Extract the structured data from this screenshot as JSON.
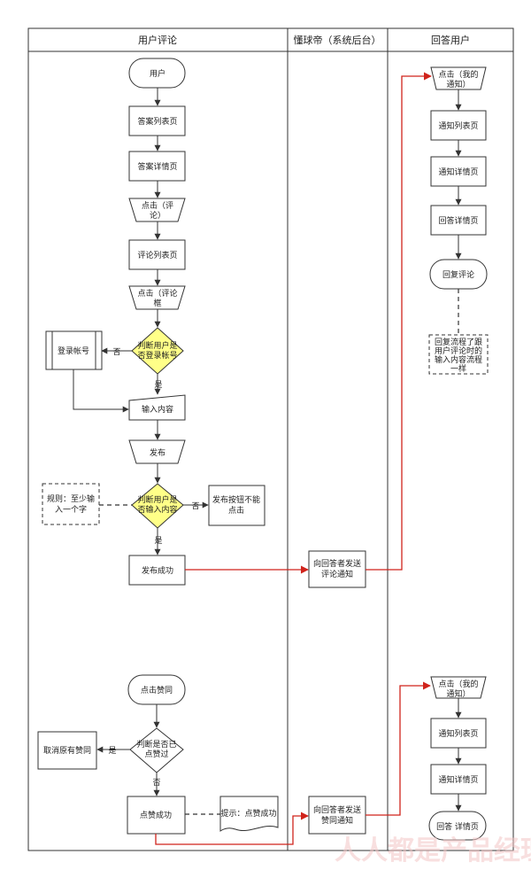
{
  "lanes": {
    "user_comment": "用户评论",
    "system": "懂球帝（系统后台）",
    "answer_user": "回答用户"
  },
  "nodes": {
    "user": "用户",
    "answer_list": "答案列表页",
    "answer_detail": "答案详情页",
    "click_comment": [
      "点击（评",
      "论）"
    ],
    "comment_list": "评论列表页",
    "click_comment_box": [
      "点击（评论",
      "框"
    ],
    "login_account": "登录帐号",
    "check_login": [
      "判断用户是",
      "否登录帐号"
    ],
    "input_content": "输入内容",
    "publish": "发布",
    "rule_note": [
      "规则：至少输",
      "入一个字"
    ],
    "check_input": [
      "判断用户是",
      "否输入内容"
    ],
    "publish_disabled": [
      "发布按钮不能",
      "点击"
    ],
    "publish_success": "发布成功",
    "notify_comment": [
      "向回答者发送",
      "评论通知"
    ],
    "click_my_notify_1": [
      "点击（我的",
      "通知）"
    ],
    "notify_list_1": "通知列表页",
    "notify_detail_1": "通知详情页",
    "answer_detail_page": "回答详情页",
    "reply_comment": "回复评论",
    "reply_note": [
      "回复流程了跟",
      "用户评论时的",
      "输入内容流程",
      "一样"
    ],
    "click_like": "点击赞同",
    "cancel_like": "取消原有赞同",
    "check_liked": [
      "判断是否已",
      "点赞过"
    ],
    "like_success": "点赞成功",
    "like_tip": "提示：点赞成功",
    "notify_like": [
      "向回答者发送",
      "赞同通知"
    ],
    "click_my_notify_2": [
      "点击（我的",
      "通知）"
    ],
    "notify_list_2": "通知列表页",
    "notify_detail_2": "通知详情页",
    "answer_detail_page_2": "回答 详情页"
  },
  "labels": {
    "no": "否",
    "yes": "是"
  },
  "watermark": "人人都是产品经理",
  "colors": {
    "decision_fill": "#ffff88",
    "cross_lane_arrow": "#d0231b",
    "watermark": "#f3c6c6"
  }
}
